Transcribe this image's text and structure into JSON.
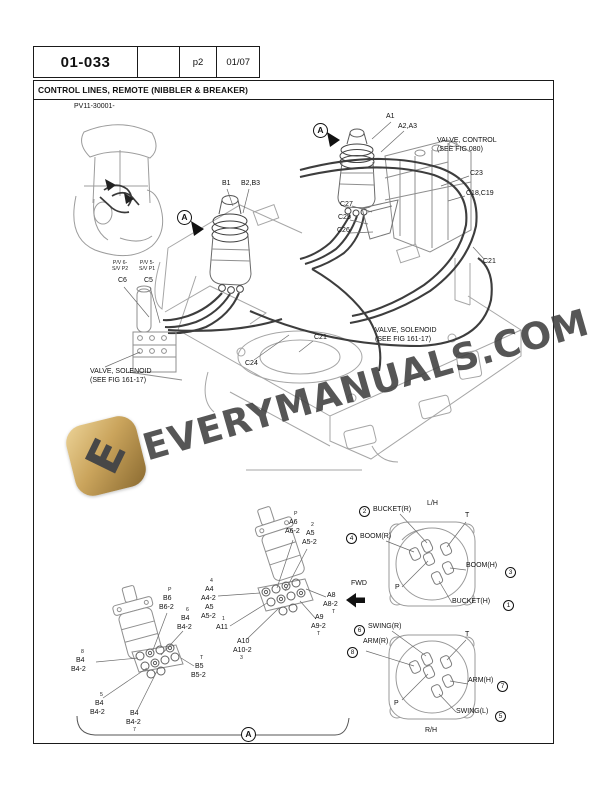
{
  "header": {
    "code": "01-033",
    "page": "p2",
    "rev": "01/07",
    "title": "CONTROL LINES, REMOTE (NIBBLER & BREAKER)",
    "serial_note": "PV11-30001-"
  },
  "watermark": {
    "text": "EVERYMANUALS.COM",
    "logo_letter": "E"
  },
  "d": {
    "view_marker": "A",
    "a1": "A1",
    "a2a3": "A2,A3",
    "b1": "B1",
    "b2b3": "B2,B3",
    "valve_control_1": "VALVE, CONTROL",
    "valve_control_2": "(SEE FIG 080)",
    "valve_solenoid_1": "VALVE, SOLENOID",
    "valve_solenoid_2": "(SEE FIG 161-17)",
    "c23": "C23",
    "c18c19": "C18,C19",
    "c21": "C21",
    "c21b": "C21",
    "c24": "C24",
    "c25": "C25",
    "c26": "C26",
    "c27": "C27",
    "pv6_l1": "P/V 6-",
    "pv6_l2": "S/V P2",
    "c6": "C6",
    "pv5_l1": "P/V 5-",
    "pv5_l2": "S/V P1",
    "c5": "C5"
  },
  "pa": {
    "p": "P",
    "a6": "A6",
    "a6_2": "A6-2",
    "n2": "2",
    "a5": "A5",
    "a5_2": "A5-2",
    "n4": "4",
    "a4": "A4",
    "a4_2": "A4-2",
    "a5b": "A5",
    "a5b_2": "A5-2",
    "n1": "1",
    "a11": "A11",
    "a10": "A10",
    "a10_2": "A10-2",
    "n3": "3",
    "a8": "A8",
    "a8_2": "A8-2",
    "t1": "T",
    "a9": "A9",
    "a9_2": "A9-2",
    "t2": "T"
  },
  "pb": {
    "p": "P",
    "b6": "B6",
    "b6_2": "B6-2",
    "n6": "6",
    "b4a": "B4",
    "b4a_2": "B4-2",
    "n8": "8",
    "b4b": "B4",
    "b4b_2": "B4-2",
    "t": "T",
    "b5": "B5",
    "b5_2": "B5-2",
    "n5": "5",
    "b4c": "B4",
    "b4c_2": "B4-2",
    "b4d": "B4",
    "b4d_2": "B4-2",
    "n7": "7"
  },
  "bracket_marker": "A",
  "lh": {
    "title": "L/H",
    "fwd": "FWD",
    "bucket_r": "BUCKET(R)",
    "boom_r": "BOOM(R)",
    "boom_h": "BOOM(H)",
    "bucket_h": "BUCKET(H)",
    "t": "T",
    "p": "P",
    "n_bucket_r": "2",
    "n_boom_r": "4",
    "n_boom_h": "3",
    "n_bucket_h": "1"
  },
  "rh": {
    "title": "R/H",
    "swing_r": "SWING(R)",
    "arm_r": "ARM(R)",
    "arm_h": "ARM(H)",
    "swing_l": "SWING(L)",
    "t": "T",
    "p": "P",
    "n_swing_r": "6",
    "n_arm_r": "8",
    "n_arm_h": "7",
    "n_swing_l": "5"
  }
}
